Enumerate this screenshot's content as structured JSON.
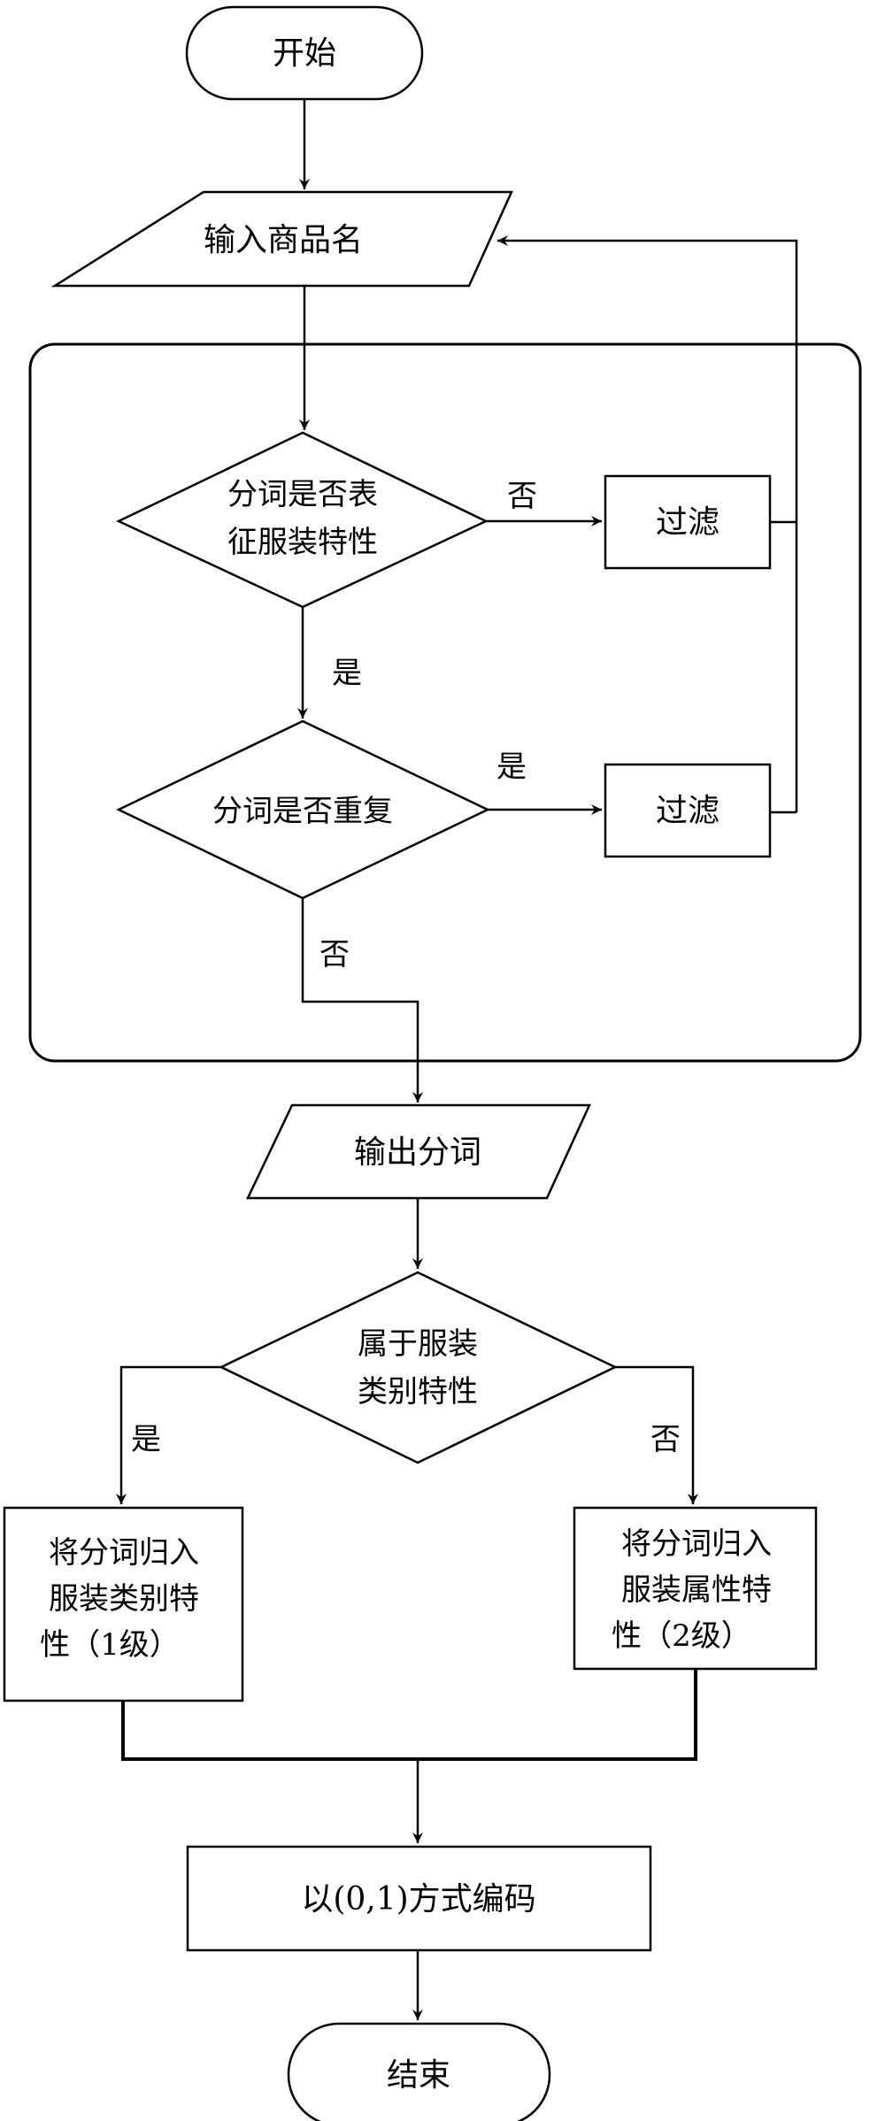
{
  "flowchart": {
    "start": "开始",
    "input": "输入商品名",
    "decision1": {
      "line1": "分词是否表",
      "line2": "征服装特性"
    },
    "decision1_no": "否",
    "decision1_yes": "是",
    "filter1": "过滤",
    "decision2": "分词是否重复",
    "decision2_yes": "是",
    "decision2_no": "否",
    "filter2": "过滤",
    "output": "输出分词",
    "decision3": {
      "line1": "属于服装",
      "line2": "类别特性"
    },
    "decision3_yes": "是",
    "decision3_no": "否",
    "left_box": {
      "line1": "将分词归入",
      "line2": "服装类别特",
      "line3": "性（1级）"
    },
    "right_box": {
      "line1": "将分词归入",
      "line2": "服装属性特",
      "line3": "性（2级）"
    },
    "encode": "以(0,1)方式编码",
    "end": "结束"
  },
  "colors": {
    "stroke": "#000000",
    "background": "#ffffff"
  }
}
